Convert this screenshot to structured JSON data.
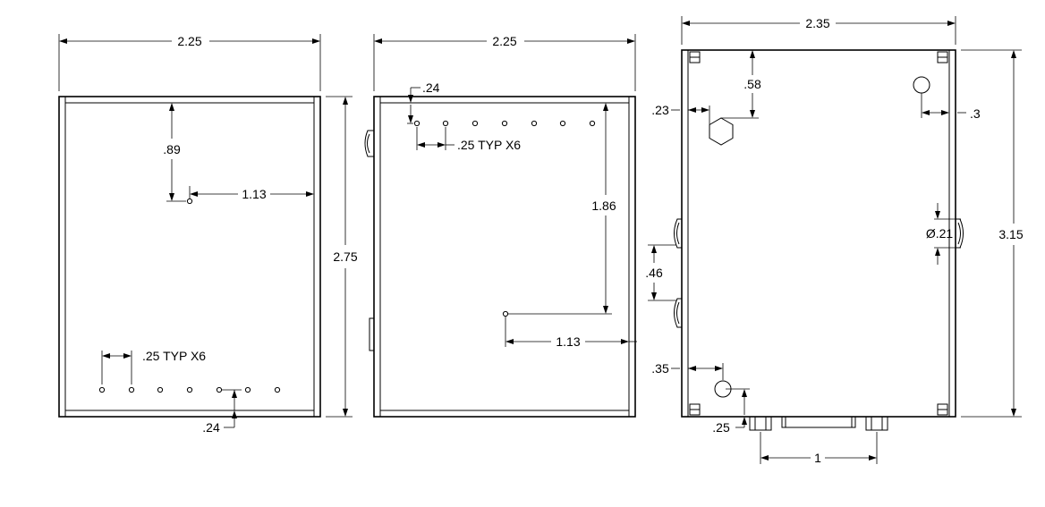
{
  "views": {
    "left": {
      "width_dim": "2.25",
      "height_dim": "2.75",
      "hole_vertical_dim": ".89",
      "hole_horizontal_dim": "1.13",
      "spacing_dim": ".25 TYP X6",
      "bottom_offset_dim": ".24"
    },
    "middle": {
      "width_dim": "2.25",
      "top_offset_dim": ".24",
      "spacing_dim": ".25 TYP X6",
      "hole_vertical_dim": "1.86",
      "hole_horizontal_dim": "1.13"
    },
    "right": {
      "width_dim": "2.35",
      "height_dim": "3.15",
      "hex_top_dim": ".58",
      "hex_left_dim": ".23",
      "hole_right_dim": ".3",
      "diameter_dim": "Ø.21",
      "tab_spacing_dim": ".46",
      "hole_left_dim": ".35",
      "bottom_offset_dim": ".25",
      "connector_spacing_dim": "1"
    }
  }
}
